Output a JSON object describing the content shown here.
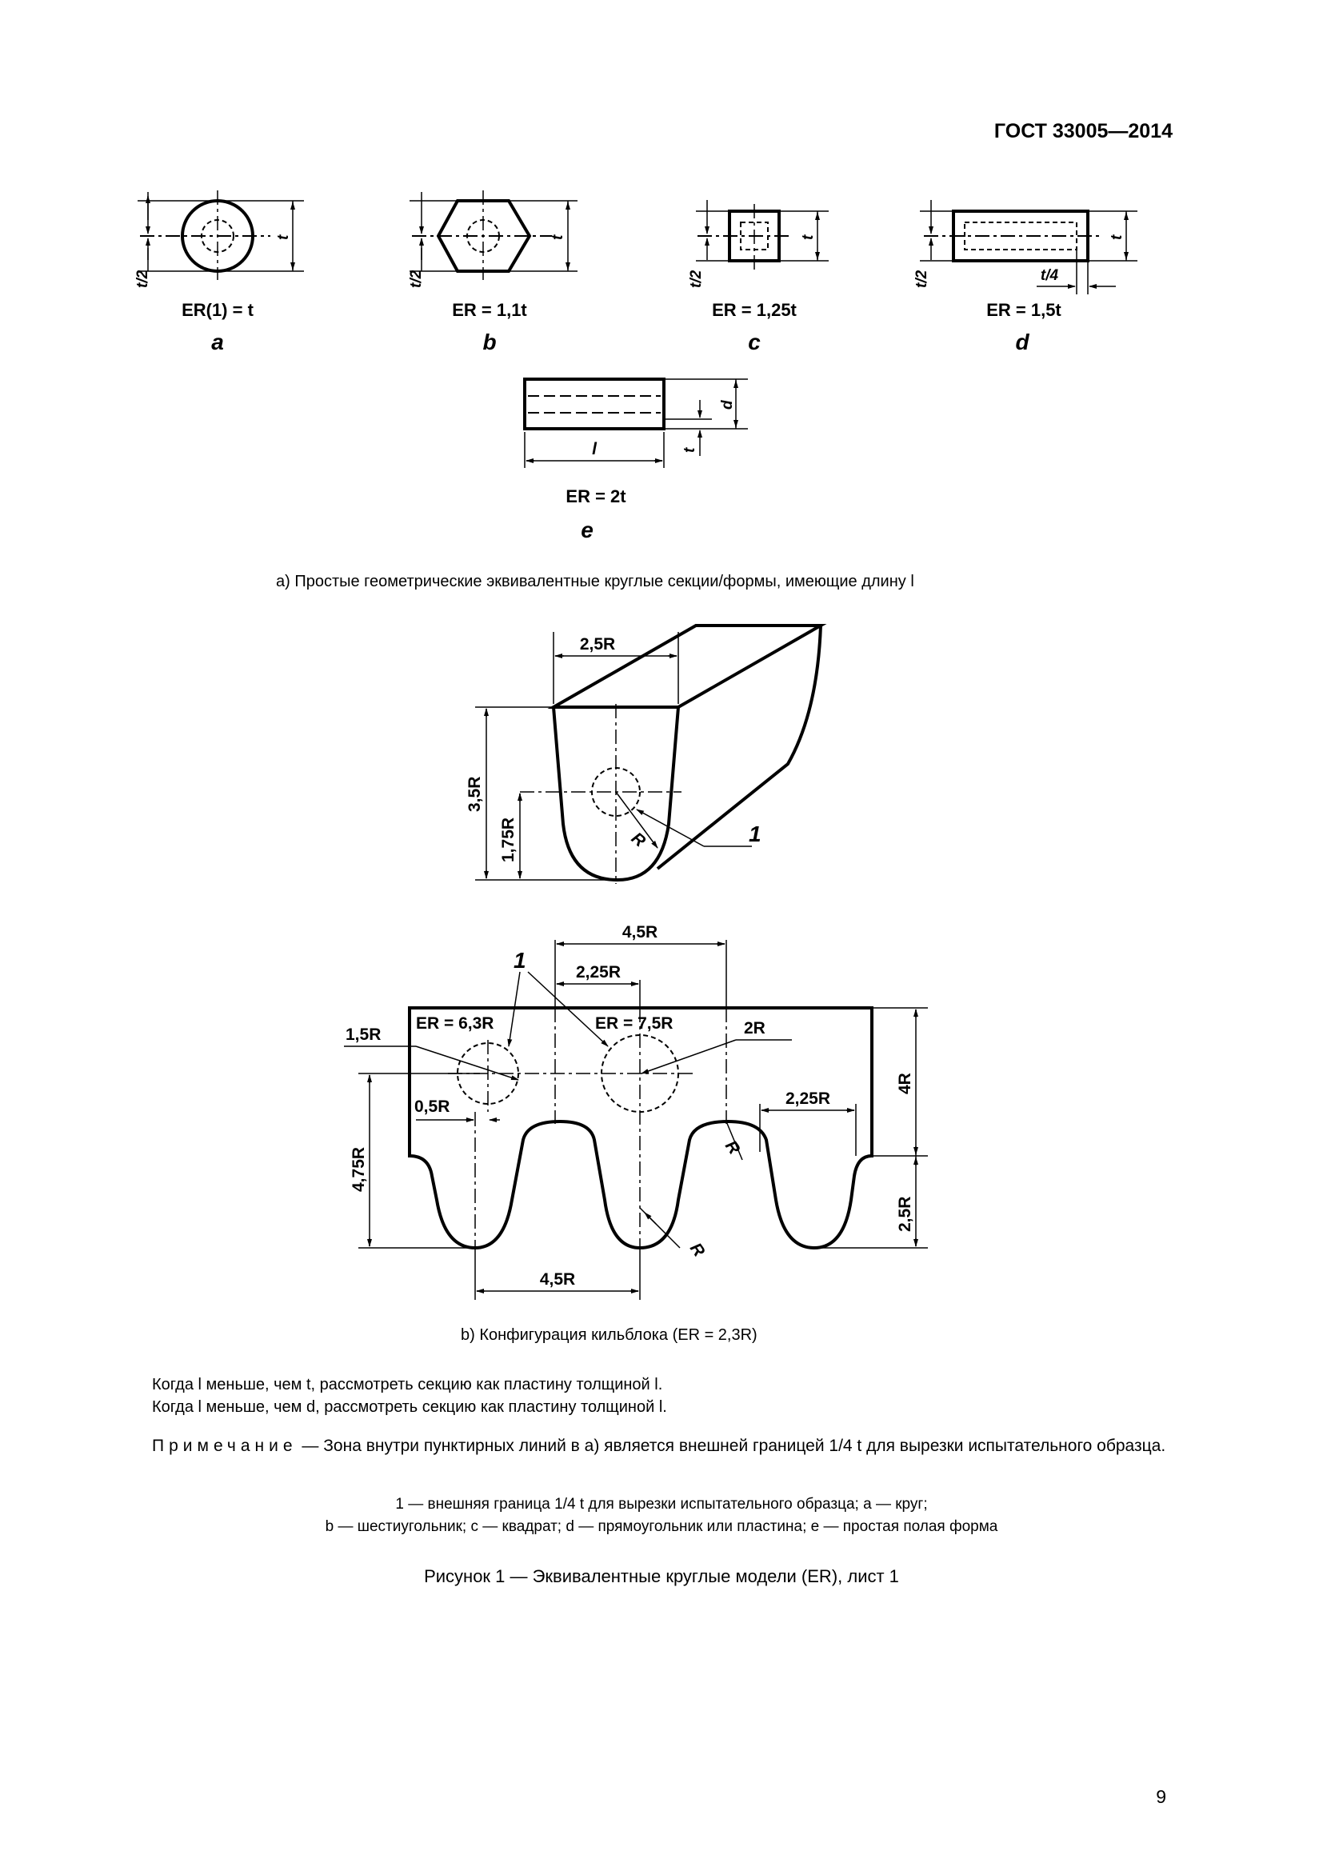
{
  "header": {
    "doc_id": "ГОСТ 33005—2014"
  },
  "figure_a": {
    "sub_a": {
      "er": "ER(1) = t",
      "letter": "a",
      "dim_half": "t/2",
      "dim_full": "t"
    },
    "sub_b": {
      "er": "ER = 1,1t",
      "letter": "b",
      "dim_half": "t/2",
      "dim_full": "t"
    },
    "sub_c": {
      "er": "ER = 1,25t",
      "letter": "c",
      "dim_half": "t/2",
      "dim_full": "t"
    },
    "sub_d": {
      "er": "ER = 1,5t",
      "letter": "d",
      "dim_half": "t/2",
      "dim_full": "t",
      "dim_quarter": "t/4"
    },
    "sub_e": {
      "er": "ER = 2t",
      "letter": "e",
      "dim_d": "d",
      "dim_t": "t",
      "dim_l": "l"
    },
    "caption": "a)  Простые геометрические эквивалентные круглые секции/формы, имеющие длину l"
  },
  "figure_block": {
    "dim_width": "2,5R",
    "dim_height": "3,5R",
    "dim_half_height": "1,75R",
    "radius": "R",
    "callout": "1"
  },
  "figure_b": {
    "dim_top_span": "4,5R",
    "dim_mid_span": "2,25R",
    "callout": "1",
    "er_left": "ER = 6,3R",
    "er_right": "ER = 7,5R",
    "dim_r15": "1,5R",
    "dim_r05": "0,5R",
    "dim_2r": "2R",
    "dim_right_225": "2,25R",
    "dim_4r": "4R",
    "dim_475": "4,75R",
    "dim_25": "2,5R",
    "radius_1": "R",
    "radius_2": "R",
    "dim_bottom": "4,5R",
    "caption": "b)  Конфигурация кильблока (ER = 2,3R)"
  },
  "notes": {
    "line1": "Когда l меньше, чем t, рассмотреть секцию как пластину толщиной l.",
    "line2": "Когда l меньше, чем d, рассмотреть секцию как пластину толщиной l.",
    "primechanie_label": "Примечание",
    "primechanie_text": " — Зона внутри пунктирных линий в a) является внешней границей 1/4 t для вырезки испытательного образца.",
    "legend1": "1 — внешняя граница 1/4 t для вырезки испытательного образца; a — круг;",
    "legend2": "b — шестиугольник; c — квадрат; d — прямоугольник или пластина; e — простая полая форма"
  },
  "figure_title": "Рисунок 1 — Эквивалентные круглые модели (ER), лист 1",
  "page_number": "9"
}
